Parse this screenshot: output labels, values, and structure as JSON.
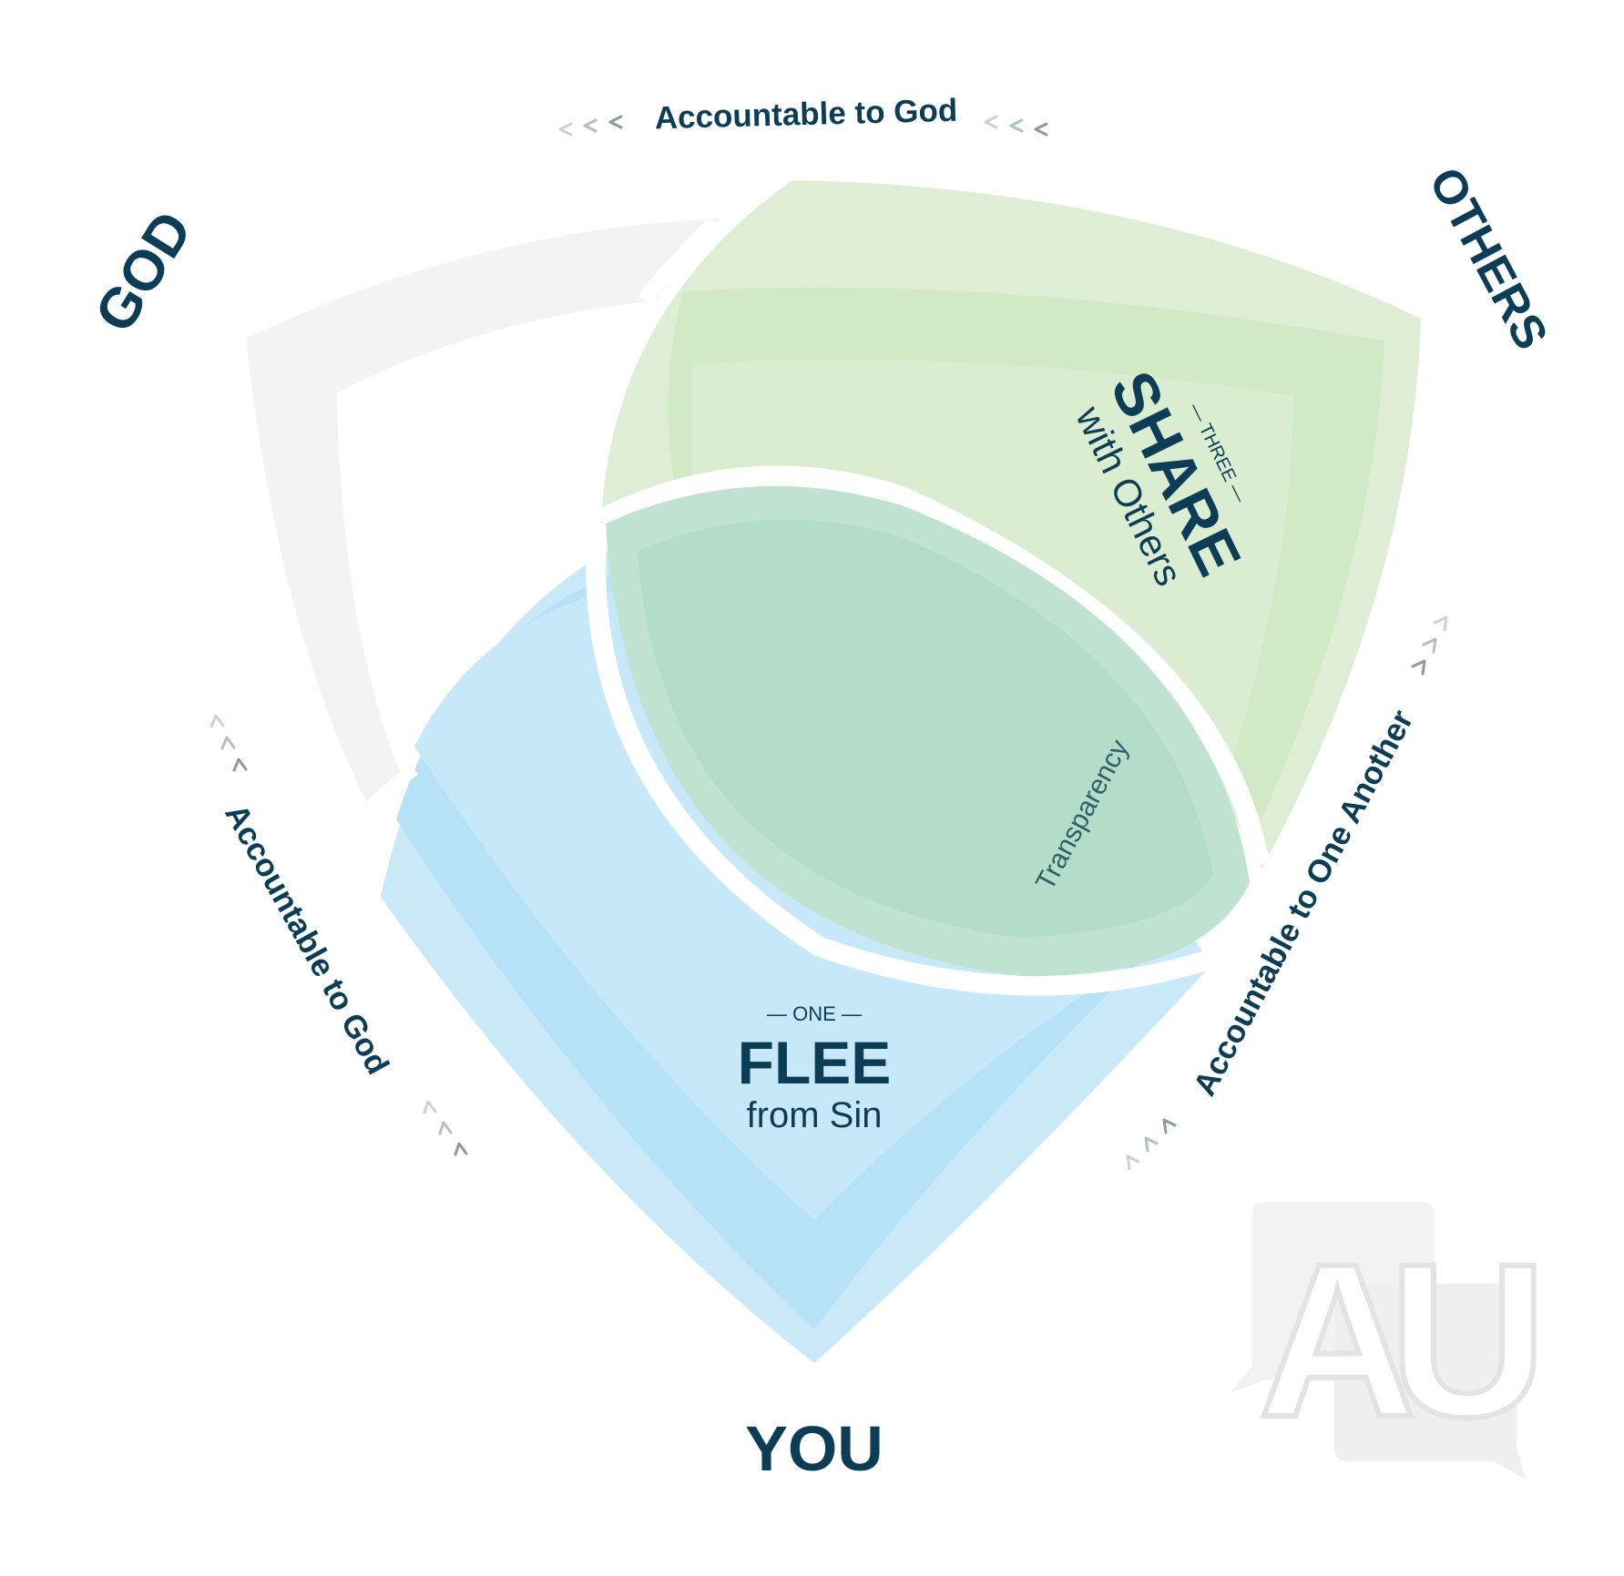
{
  "labels": {
    "god": "GOD",
    "others": "OTHERS",
    "you": "YOU"
  },
  "accountability": {
    "top": "Accountable to God",
    "left": "Accountable to God",
    "right": "Accountable to One Another"
  },
  "segments": {
    "flee": {
      "step": "— ONE —",
      "title": "FLEE",
      "subtitle": "from Sin"
    },
    "share": {
      "step": "— THREE —",
      "title": "SHARE",
      "subtitle": "with Others"
    },
    "overlap": {
      "label": "Transparency"
    }
  },
  "logo": {
    "letters": "AU"
  },
  "colors": {
    "navy": "#0c3d57",
    "chevron": "#9aa9b4",
    "gray_band": "#f3f3f3",
    "blue_outer": "#c9e8f8",
    "blue_inner": "#b6e2f8",
    "green_outer": "#ddeed4",
    "green_inner": "#d2e9c6",
    "overlap_outer": "#c0e2d0",
    "overlap_inner": "#b3ddc8",
    "logo": "#f2f2f2"
  }
}
